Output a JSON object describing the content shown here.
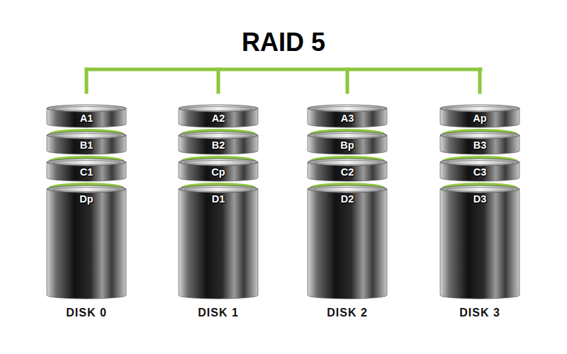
{
  "diagram": {
    "title": "RAID 5",
    "nodes": [
      {
        "text": [
          "DISK 0"
        ]
      },
      {
        "text": [
          "A1"
        ],
        "in": 0
      },
      {
        "text": [
          "B1"
        ],
        "in": 0
      },
      {
        "text": [
          "C1"
        ],
        "in": 0
      },
      {
        "text": [
          "Dp"
        ],
        "in": 0
      },
      {
        "text": [
          "DISK 1"
        ]
      },
      {
        "text": [
          "A2"
        ],
        "in": 5
      },
      {
        "text": [
          "B2"
        ],
        "in": 5
      },
      {
        "text": [
          "Cp"
        ],
        "in": 5
      },
      {
        "text": [
          "D1"
        ],
        "in": 5
      },
      {
        "text": [
          "DISK 2"
        ]
      },
      {
        "text": [
          "A3"
        ],
        "in": 10
      },
      {
        "text": [
          "Bp"
        ],
        "in": 10
      },
      {
        "text": [
          "C2"
        ],
        "in": 10
      },
      {
        "text": [
          "D2"
        ],
        "in": 10
      },
      {
        "text": [
          "DISK 3"
        ]
      },
      {
        "text": [
          "Ap"
        ],
        "in": 15
      },
      {
        "text": [
          "B3"
        ],
        "in": 15
      },
      {
        "text": [
          "C3"
        ],
        "in": 15
      },
      {
        "text": [
          "D3"
        ],
        "in": 15
      }
    ]
  }
}
